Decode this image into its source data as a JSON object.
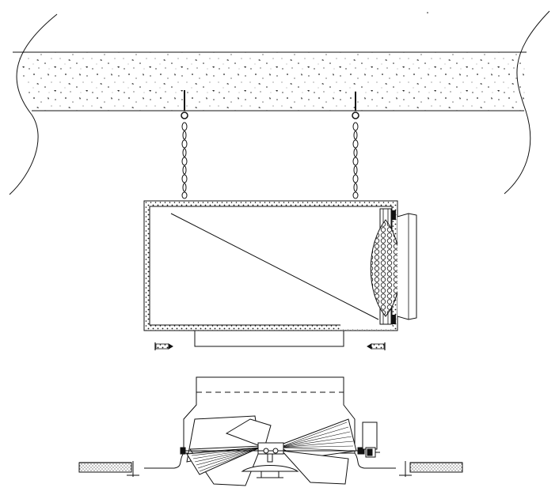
{
  "diagram": {
    "title": "",
    "colors": {
      "line": "#111111",
      "fill": "#ffffff",
      "speckle": "#222222",
      "grey": "#777777"
    },
    "components": [
      {
        "id": "ceiling-slab",
        "type": "concrete-slab",
        "label": ""
      },
      {
        "id": "hanger-left",
        "type": "eye-bolt-with-chain",
        "label": ""
      },
      {
        "id": "hanger-right",
        "type": "eye-bolt-with-chain",
        "label": ""
      },
      {
        "id": "unit-housing",
        "type": "rectangular-insulated-box",
        "label": ""
      },
      {
        "id": "diagonal-panel",
        "type": "internal-diagonal",
        "label": ""
      },
      {
        "id": "fan-grille",
        "type": "honeycomb-grille",
        "label": ""
      },
      {
        "id": "outlet-collar",
        "type": "bottom-collar",
        "label": ""
      },
      {
        "id": "screw-left",
        "type": "screw",
        "label": ""
      },
      {
        "id": "screw-right",
        "type": "screw",
        "label": ""
      },
      {
        "id": "fan-assembly",
        "type": "axial-fan-detail",
        "label": ""
      },
      {
        "id": "motor-box",
        "type": "terminal-box",
        "label": ""
      },
      {
        "id": "panel-left",
        "type": "ceiling-panel",
        "label": ""
      },
      {
        "id": "panel-right",
        "type": "ceiling-panel",
        "label": ""
      }
    ]
  }
}
